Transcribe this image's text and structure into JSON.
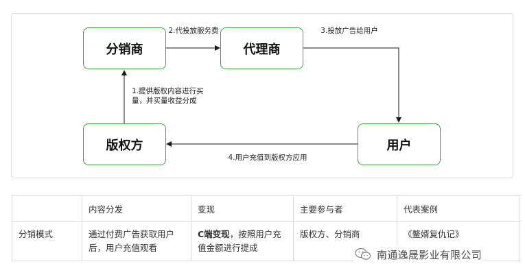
{
  "diagram": {
    "nodes": {
      "distributor": "分销商",
      "agent": "代理商",
      "user": "用户",
      "copyright_owner": "版权方"
    },
    "edges": {
      "distributor_to_agent": "2.代投放服务费",
      "agent_to_user": "3.投放广告给用户",
      "user_to_copyright": "4.用户充值到版权方应用",
      "copyright_to_distributor": "1.提供版权内容进行买量，并买量收益分成"
    }
  },
  "table": {
    "headers": [
      "",
      "内容分发",
      "变现",
      "主要参与者",
      "代表案例"
    ],
    "row": {
      "model": "分销模式",
      "content_distribution": "通过付费广告获取用户后，用户充值观看",
      "monetization_bold": "C端变现",
      "monetization_rest": "，按照用户充值金额进行提成",
      "participants": "版权方、分销商",
      "case": "《鳌婿复仇记》"
    }
  },
  "watermark": {
    "text": "南通逸晟影业有限公司",
    "icon": "wechat-icon"
  },
  "colors": {
    "node_border": "#3da43d",
    "arrow": "#1a1a1a",
    "table_border": "#dcdcdc"
  }
}
